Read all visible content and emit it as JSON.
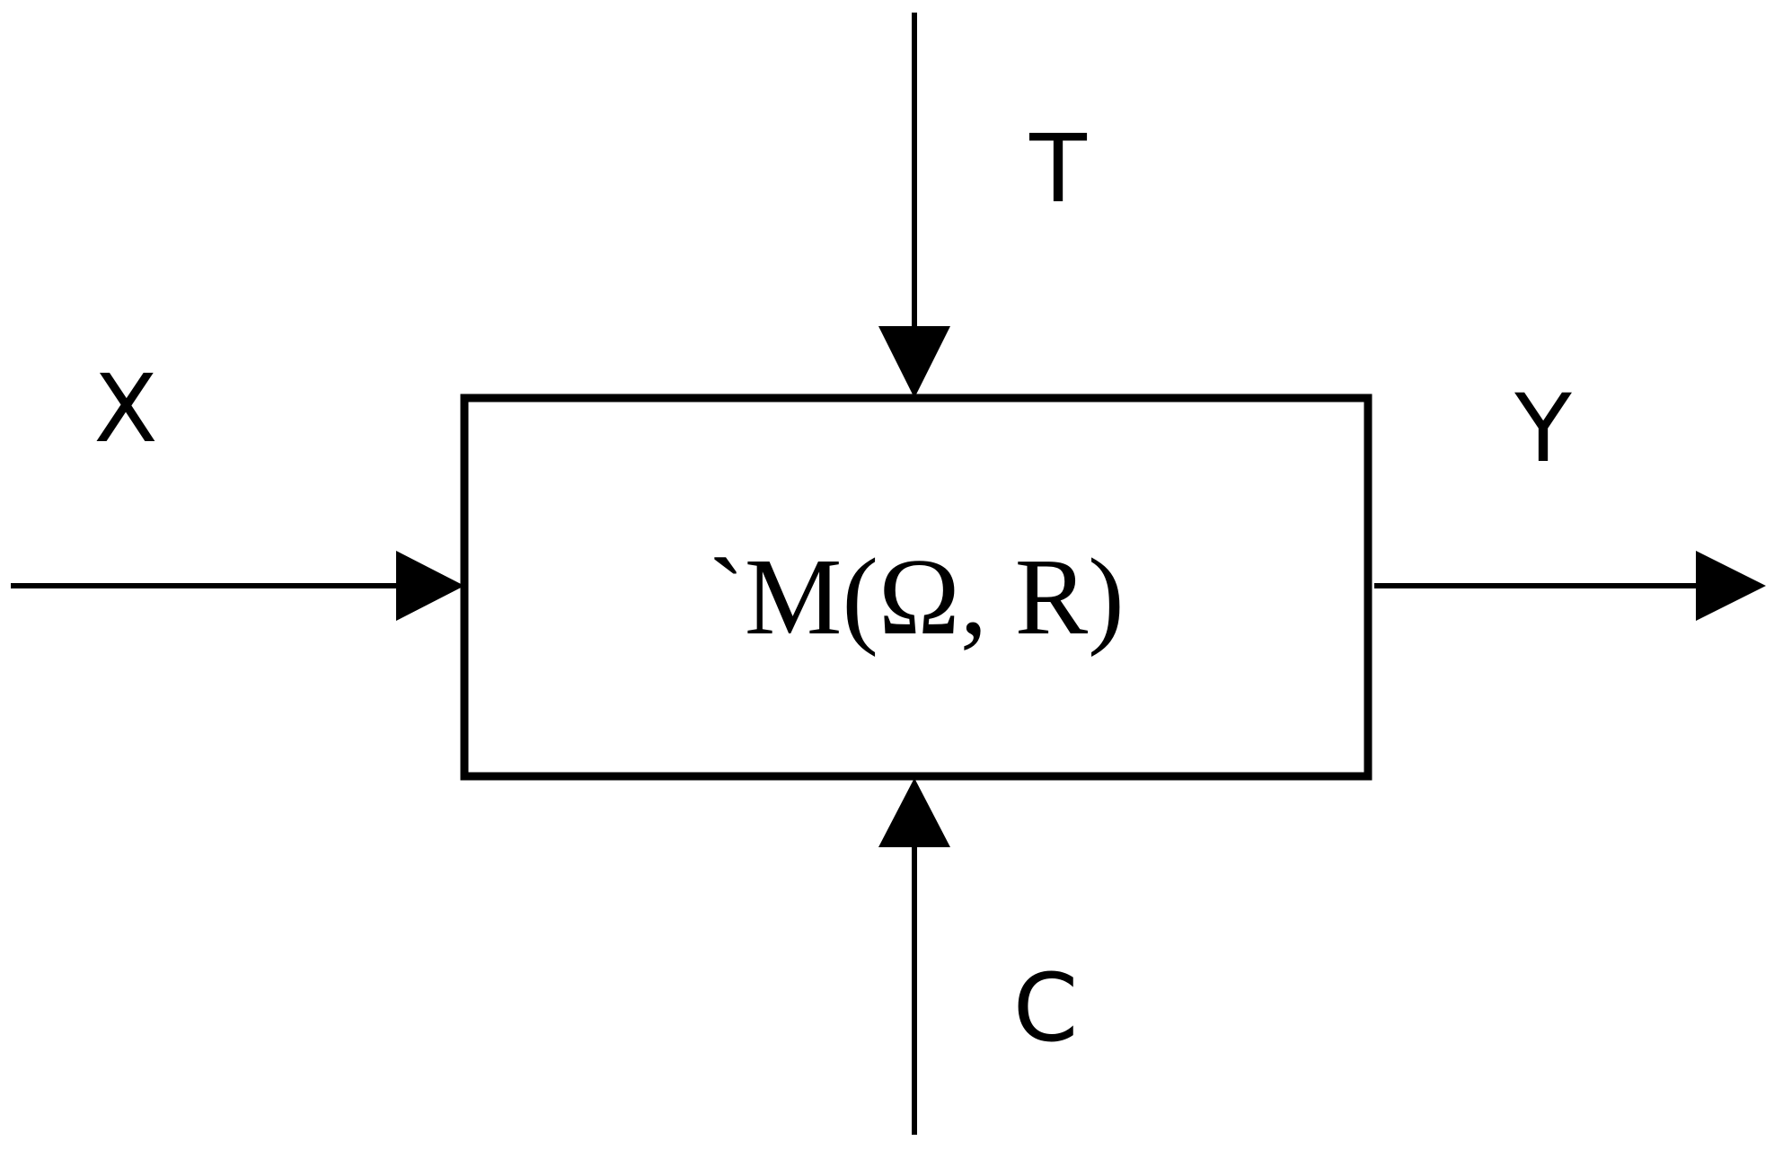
{
  "diagram": {
    "block_label": "`M(Ω, R)",
    "input_label": "X",
    "output_label": "Y",
    "top_label": "T",
    "bottom_label": "C",
    "stroke_color": "#000000",
    "background_color": "#ffffff"
  }
}
